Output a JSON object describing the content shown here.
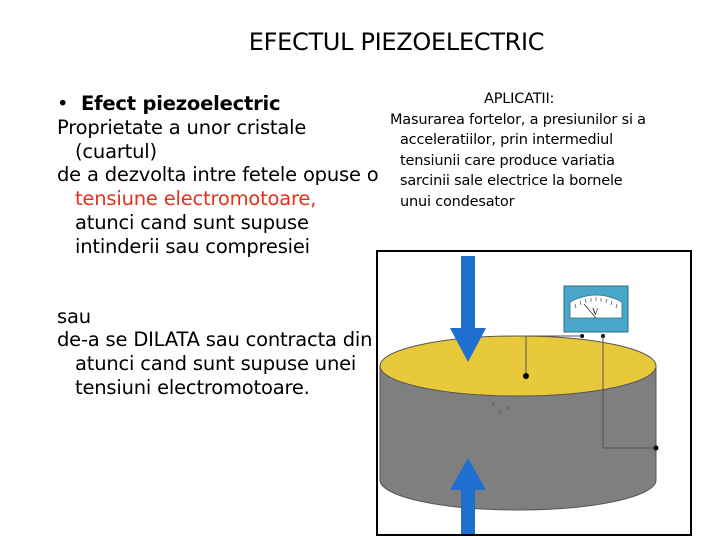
{
  "page": {
    "title": "EFECTUL PIEZOELECTRIC"
  },
  "left_text": {
    "bullet_marker": "•",
    "bullet_label": "Efect piezoelectric",
    "line_1": "Proprietate a unor cristale",
    "line_2": "(cuartul)",
    "line_3": "de a dezvolta intre fetele opuse o",
    "line_4_red": "tensiune electromotoare,",
    "line_5": "atunci cand sunt supuse",
    "line_6": "intinderii sau compresiei",
    "line_7": "sau",
    "line_8": "de-a se DILATA sau contracta din",
    "line_9": "atunci cand sunt supuse unei",
    "line_10": "tensiuni electromotoare."
  },
  "applications": {
    "title": "APLICATII:",
    "lines": [
      "Masurarea fortelor, a presiunilor si a",
      "acceleratiilor, prin intermediul",
      "tensiunii care produce variatia",
      "sarcinii sale electrice la bornele",
      "unui condesator"
    ]
  },
  "diagram": {
    "meter_symbol": "V",
    "colors": {
      "crystal_top": "#e8c93a",
      "crystal_side": "#7f7f7f",
      "arrow": "#1f6fd1",
      "meter_body": "#4aa6c9"
    }
  }
}
